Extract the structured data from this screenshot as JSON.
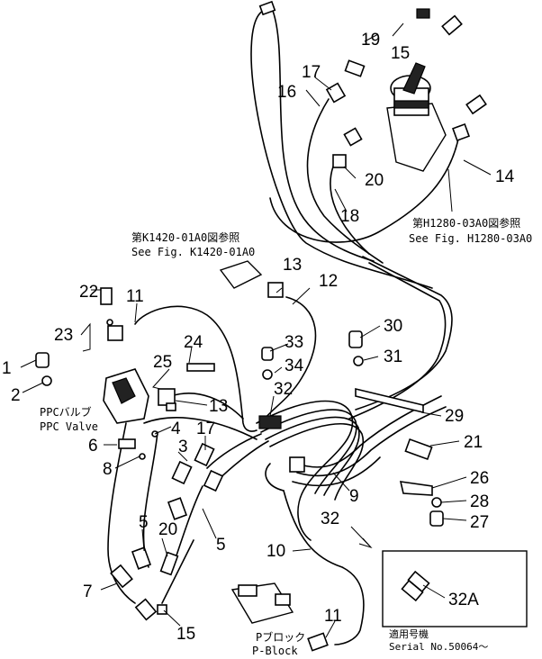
{
  "callouts": {
    "c1": "1",
    "c2": "2",
    "c3": "3",
    "c4": "4",
    "c5a": "5",
    "c5b": "5",
    "c6": "6",
    "c7": "7",
    "c8": "8",
    "c9": "9",
    "c10": "10",
    "c11a": "11",
    "c11b": "11",
    "c12": "12",
    "c13a": "13",
    "c13b": "13",
    "c14": "14",
    "c15a": "15",
    "c15b": "15",
    "c16": "16",
    "c17a": "17",
    "c17b": "17",
    "c18": "18",
    "c19": "19",
    "c20a": "20",
    "c20b": "20",
    "c21": "21",
    "c22": "22",
    "c23": "23",
    "c24": "24",
    "c25": "25",
    "c26": "26",
    "c27": "27",
    "c28": "28",
    "c29": "29",
    "c30": "30",
    "c31": "31",
    "c32a": "32",
    "c32b": "32",
    "c32c": "32A",
    "c33": "33",
    "c34": "34"
  },
  "references": {
    "k1420_jp": "第K1420-01A0図参照",
    "k1420_en": "See Fig. K1420-01A0",
    "h1280_jp": "第H1280-03A0図参照",
    "h1280_en": "See Fig. H1280-03A0"
  },
  "labels": {
    "ppc_jp": "PPCバルブ",
    "ppc_en": "PPC Valve",
    "pblock_jp": "Pブロック",
    "pblock_en": "P-Block",
    "serial_jp": "適用号機",
    "serial_en": "Serial No.50064～"
  }
}
